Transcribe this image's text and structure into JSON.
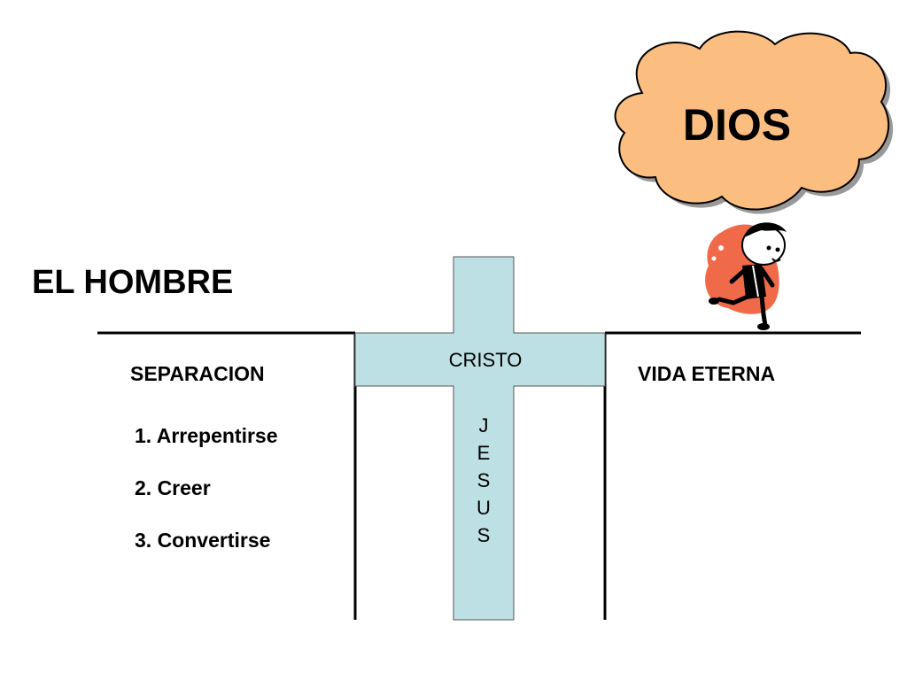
{
  "title": "EL HOMBRE",
  "god_label": "DIOS",
  "left_side": {
    "heading": "SEPARACION",
    "steps": [
      "1. Arrepentirse",
      "2. Creer",
      "3. Convertirse"
    ]
  },
  "right_side": {
    "heading": "VIDA ETERNA"
  },
  "cross": {
    "crossbar_label": "CRISTO",
    "vertical_letters": [
      "J",
      "E",
      "S",
      "U",
      "S"
    ]
  },
  "colors": {
    "cloud_fill": "#fbbd80",
    "cross_fill": "#bde0e4",
    "figure_splash": "#f06a4a"
  },
  "icons": [
    "cloud-icon",
    "running-man-icon"
  ]
}
